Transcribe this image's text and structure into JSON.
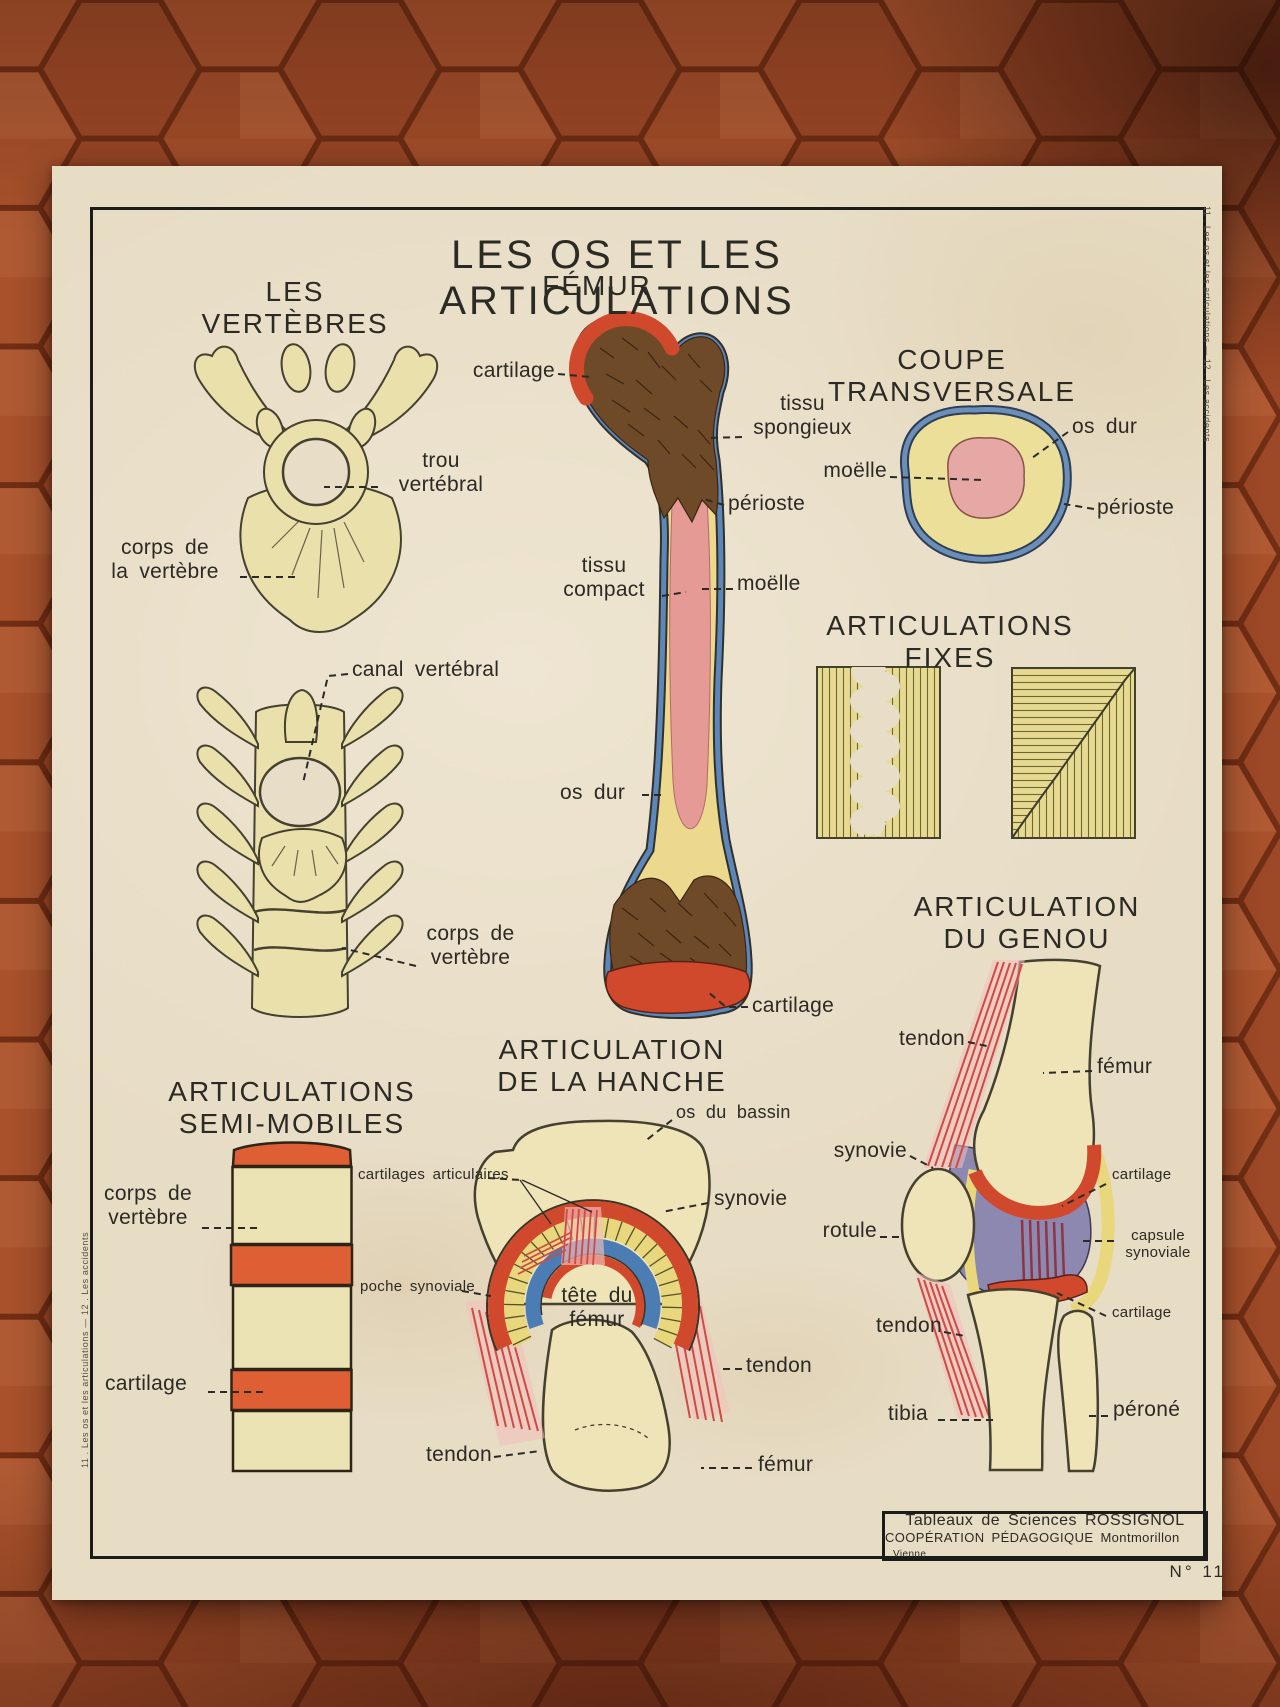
{
  "poster": {
    "title": "LES OS ET LES ARTICULATIONS",
    "number": "N° 11",
    "edge_note": "11 . Les os et les articulations  —  12 . Les accidents",
    "publisher": {
      "line1": "Tableaux de Sciences ROSSIGNOL",
      "line2_caps": "COOPÉRATION PÉDAGOGIQUE",
      "line2_place": "Montmorillon",
      "line2_dept": "Vienne"
    }
  },
  "sections": {
    "vertebres": {
      "heading": "LES VERTÈBRES"
    },
    "femur": {
      "heading": "FÉMUR"
    },
    "coupe": {
      "heading": "COUPE TRANSVERSALE"
    },
    "fixes": {
      "heading": "ARTICULATIONS FIXES"
    },
    "genou": {
      "heading": "ARTICULATION\nDU GENOU"
    },
    "hanche": {
      "heading": "ARTICULATION\nDE LA HANCHE"
    },
    "semi_mobiles": {
      "heading": "ARTICULATIONS\nSEMI-MOBILES"
    }
  },
  "labels": {
    "trou_vertebral": "trou\nvertébral",
    "corps_de_la_vertebre": "corps de\nla vertèbre",
    "canal_vertebral": "canal vertébral",
    "corps_de_vertebre_stack": "corps de\nvertèbre",
    "cartilage_femur_haut": "cartilage",
    "tissu_spongieux": "tissu\nspongieux",
    "perioste_femur": "périoste",
    "tissu_compact": "tissu\ncompact",
    "moelle_femur": "moëlle",
    "os_dur_femur": "os dur",
    "cartilage_femur_bas": "cartilage",
    "os_dur_coupe": "os dur",
    "moelle_coupe": "moëlle",
    "perioste_coupe": "périoste",
    "tendon_genou_haut": "tendon",
    "femur_genou": "fémur",
    "synovie_genou": "synovie",
    "cartilage_genou_haut": "cartilage",
    "rotule": "rotule",
    "capsule_synoviale": "capsule\nsynoviale",
    "tendon_genou_bas": "tendon",
    "cartilage_genou_bas": "cartilage",
    "tibia": "tibia",
    "perone": "péroné",
    "corps_de_vertebre_sm": "corps de\nvertèbre",
    "cartilage_sm": "cartilage",
    "os_du_bassin": "os du bassin",
    "cartilages_articulaires": "cartilages articulaires",
    "synovie_hanche": "synovie",
    "poche_synoviale": "poche synoviale",
    "tete_du_femur": "tête du\nfémur",
    "tendon_hanche_droit": "tendon",
    "tendon_hanche_bas": "tendon",
    "femur_hanche": "fémur"
  },
  "palette": {
    "paper": "#e9dfca",
    "bone_cream": "#e9e0ac",
    "compact_yellow": "#ecd98e",
    "cartilage_red": "#d0492c",
    "periosteum_blue": "#5b87bb",
    "marrow_pink": "#e59a95",
    "spongy_brown": "#6f4a28",
    "synovie_purple": "#8d88b0",
    "capsule_yellow": "#e8d77c",
    "tendon_pink": "#cf4a46",
    "tile_terracotta": "#a8512b",
    "ink": "#2c2a24"
  }
}
